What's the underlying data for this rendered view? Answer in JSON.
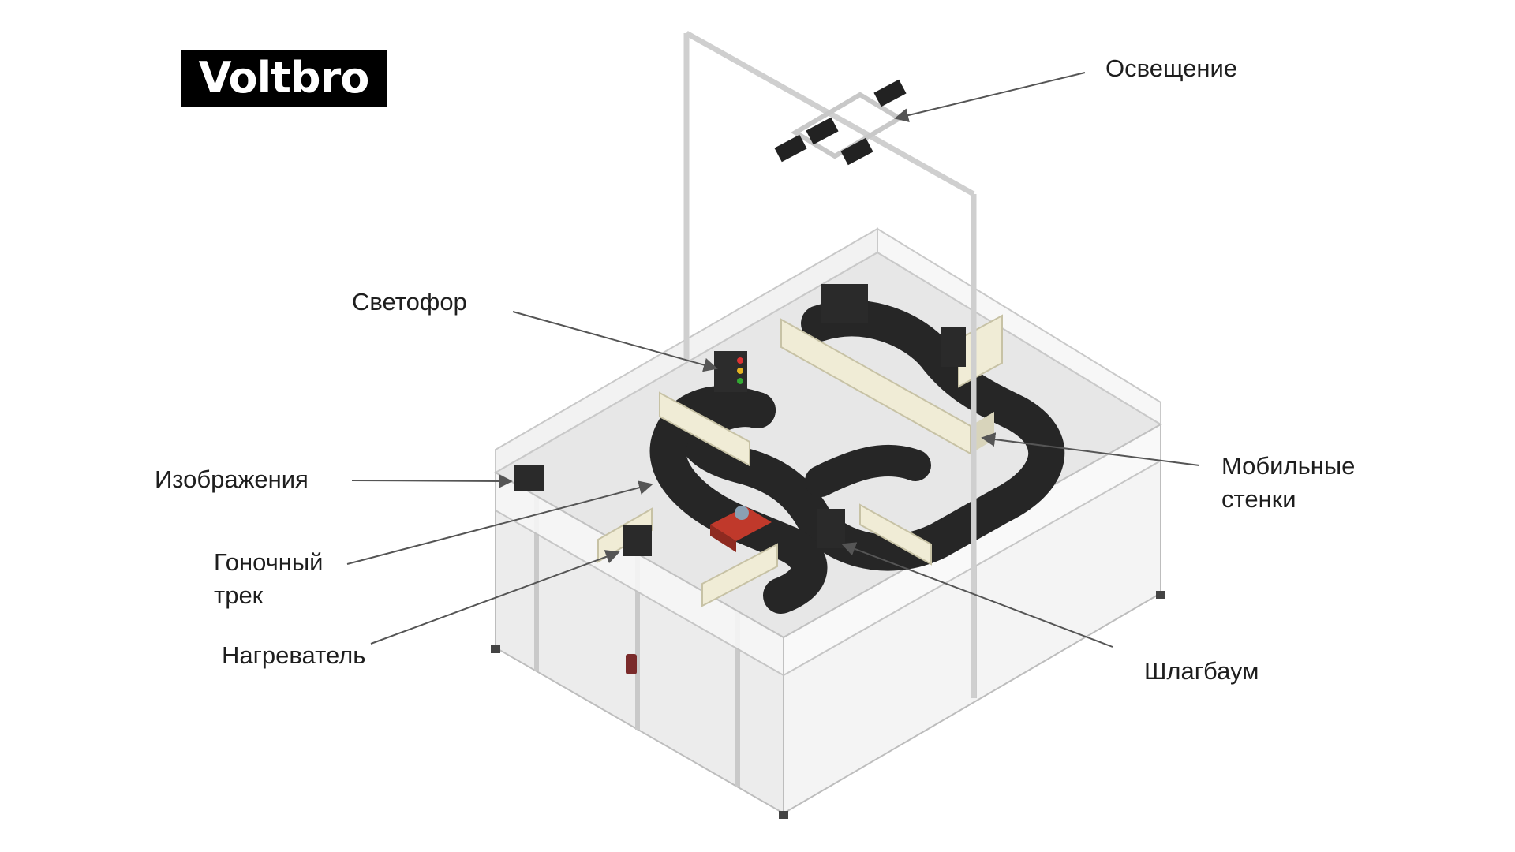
{
  "logo": "Voltbro",
  "labels": {
    "lighting": "Освещение",
    "traffic_light": "Светофор",
    "images": "Изображения",
    "track_line1": "Гоночный",
    "track_line2": "трек",
    "heater": "Нагреватель",
    "walls_line1": "Мобильные",
    "walls_line2": "стенки",
    "barrier": "Шлагбаум"
  },
  "colors": {
    "frame": "#d8d8d8",
    "panel": "#eeeeee",
    "floor": "#e9e9e9",
    "track": "#262626",
    "wall_block": "#f0ecd6",
    "logo_bg": "#000000"
  }
}
